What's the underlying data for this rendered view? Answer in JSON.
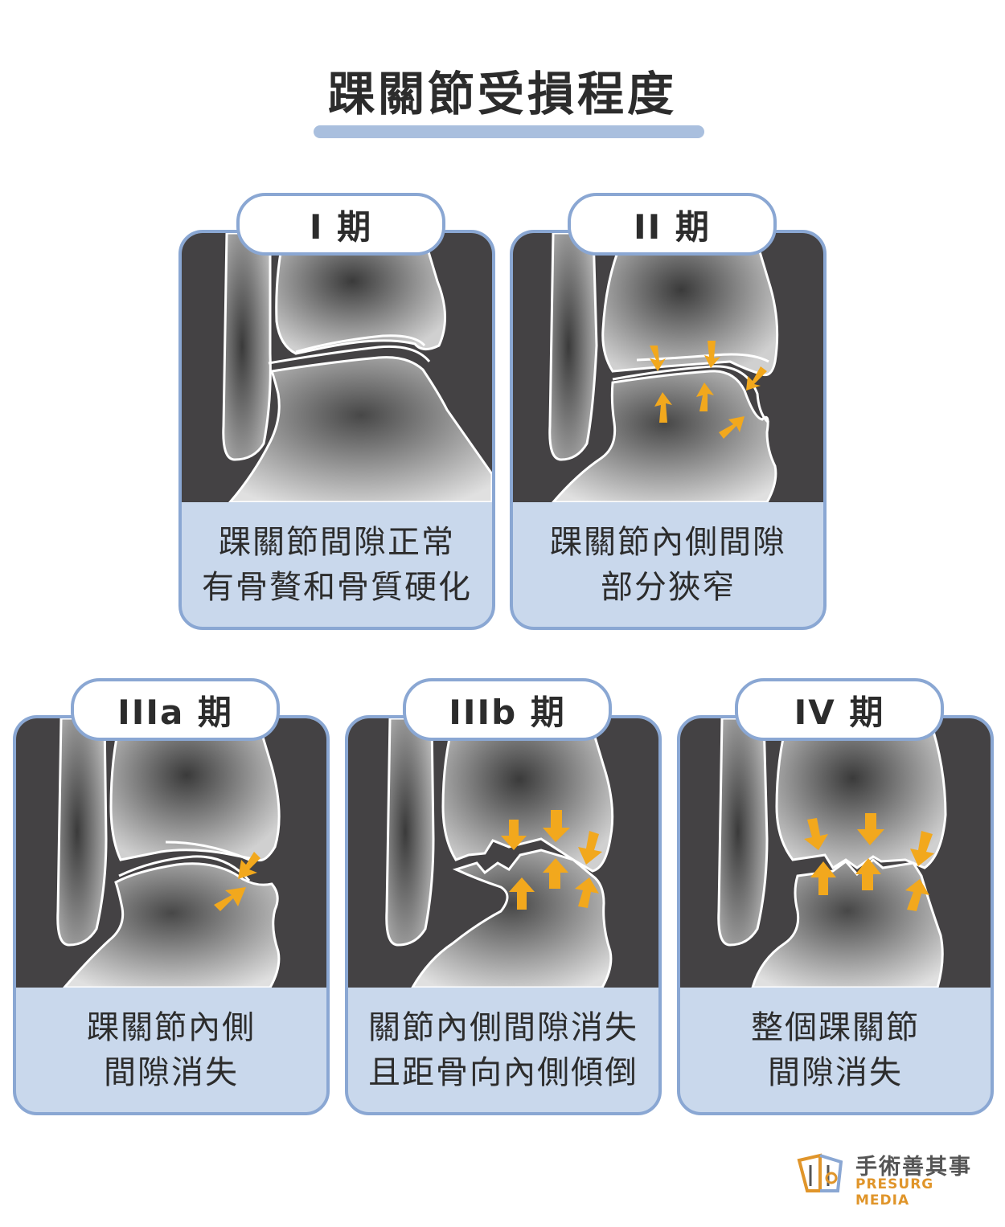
{
  "title": "踝關節受損程度",
  "colors": {
    "accent": "#8aa7d3",
    "caption_bg": "#c9d8ec",
    "xray_bg": "#444244",
    "arrow": "#f2a81d"
  },
  "stages": [
    {
      "label": "I 期",
      "caption": [
        "踝關節間隙正常",
        "有骨贅和骨質硬化"
      ]
    },
    {
      "label": "II 期",
      "caption": [
        "踝關節內側間隙",
        "部分狹窄"
      ]
    },
    {
      "label": "IIIa 期",
      "caption": [
        "踝關節內側",
        "間隙消失"
      ]
    },
    {
      "label": "IIIb 期",
      "caption": [
        "關節內側間隙消失",
        "且距骨向內側傾倒"
      ]
    },
    {
      "label": "IV 期",
      "caption": [
        "整個踝關節",
        "間隙消失"
      ]
    }
  ],
  "logo": {
    "name": "手術善其事",
    "subtitle": "PRESURG MEDIA"
  }
}
